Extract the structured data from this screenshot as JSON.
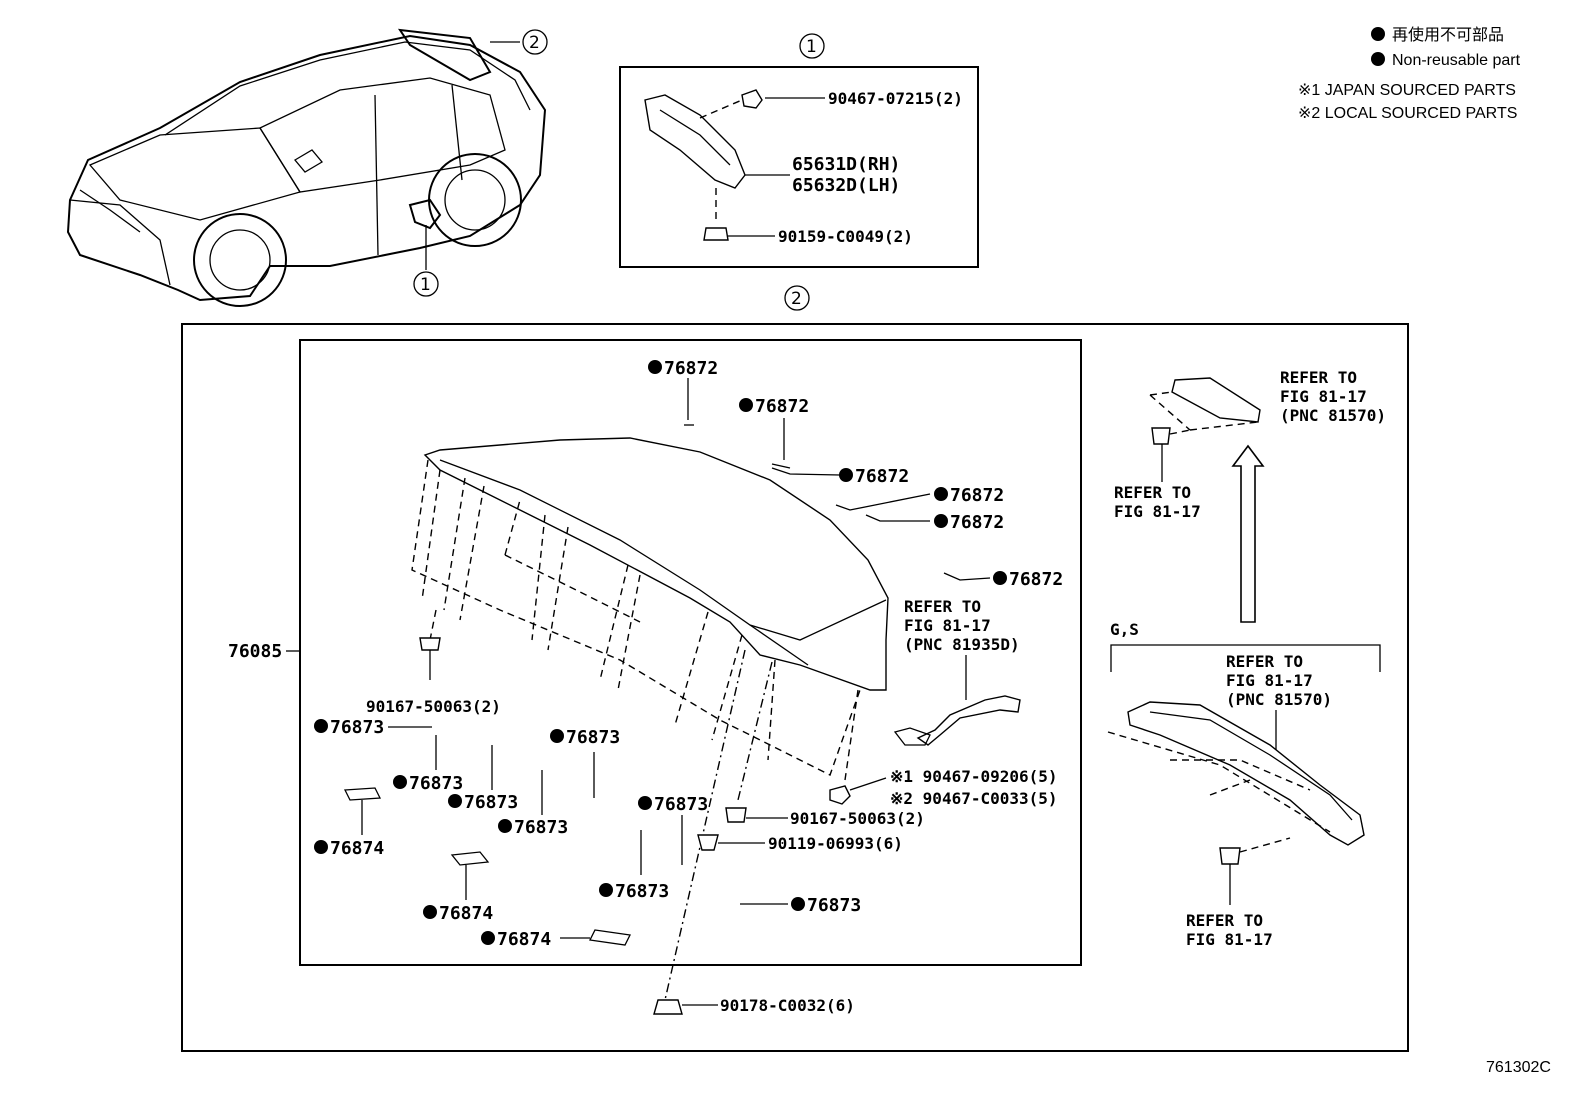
{
  "legend": {
    "non_reusable_jp": "再使用不可部品",
    "non_reusable_en": "Non-reusable part",
    "japan_sourced": "※1 JAPAN SOURCED PARTS",
    "local_sourced": "※2 LOCAL SOURCED PARTS"
  },
  "figure_code": "761302C",
  "callouts": {
    "one": "1",
    "two": "2"
  },
  "inset_bracket": {
    "clip": "90467-07215(2)",
    "bracket_rh": "65631D(RH)",
    "bracket_lh": "65632D(LH)",
    "screw": "90159-C0049(2)"
  },
  "spoiler": {
    "assembly": "76085",
    "part_76872": "76872",
    "part_76873": "76873",
    "part_76874": "76874",
    "screw_left": "90167-50063(2)",
    "screw_right": "90167-50063(2)",
    "clip_jp": "※1 90467-09206(5)",
    "clip_local": "※2 90467-C0033(5)",
    "bolt": "90119-06993(6)",
    "nut": "90178-C0032(6)",
    "refer_pnc_81935d": [
      "REFER TO",
      "FIG 81-17",
      "(PNC 81935D)"
    ]
  },
  "stop_lamp": {
    "grade": "G,S",
    "refer_top": [
      "REFER TO",
      "FIG 81-17",
      "(PNC 81570)"
    ],
    "refer_screw_top": [
      "REFER TO",
      "FIG 81-17"
    ],
    "refer_lamp": [
      "REFER TO",
      "FIG 81-17",
      "(PNC 81570)"
    ],
    "refer_screw_bottom": [
      "REFER TO",
      "FIG 81-17"
    ]
  }
}
